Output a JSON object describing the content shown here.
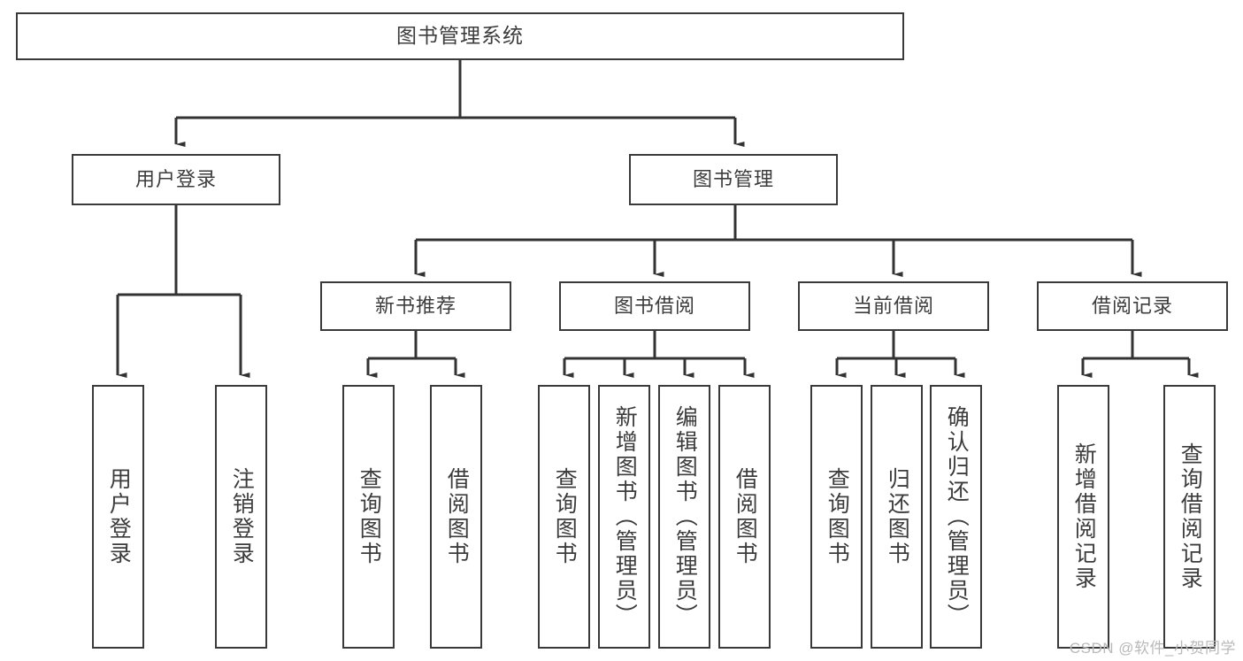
{
  "diagram": {
    "title": "图书管理系统",
    "type": "tree-hierarchy",
    "watermark": "CSDN @软件_小贺同学",
    "colors": {
      "box_border": "#3a3a3a",
      "box_fill": "#ffffff",
      "connector": "#333333",
      "text": "#3c3c3c",
      "watermark": "#b9b9b9",
      "background": "#ffffff"
    },
    "root": {
      "label": "图书管理系统"
    },
    "level2": [
      {
        "label": "用户登录"
      },
      {
        "label": "图书管理"
      }
    ],
    "level3": [
      {
        "label": "新书推荐"
      },
      {
        "label": "图书借阅"
      },
      {
        "label": "当前借阅"
      },
      {
        "label": "借阅记录"
      }
    ],
    "leaves": {
      "user_login": [
        {
          "label": "用户登录"
        },
        {
          "label": "注销登录"
        }
      ],
      "new_book_recommend": [
        {
          "label": "查询图书"
        },
        {
          "label": "借阅图书"
        }
      ],
      "book_borrow": [
        {
          "label": "查询图书"
        },
        {
          "label": "新增图书（管理员）"
        },
        {
          "label": "编辑图书（管理员）"
        },
        {
          "label": "借阅图书"
        }
      ],
      "current_borrow": [
        {
          "label": "查询图书"
        },
        {
          "label": "归还图书"
        },
        {
          "label": "确认归还（管理员）"
        }
      ],
      "borrow_record": [
        {
          "label": "新增借阅记录"
        },
        {
          "label": "查询借阅记录"
        }
      ]
    }
  }
}
